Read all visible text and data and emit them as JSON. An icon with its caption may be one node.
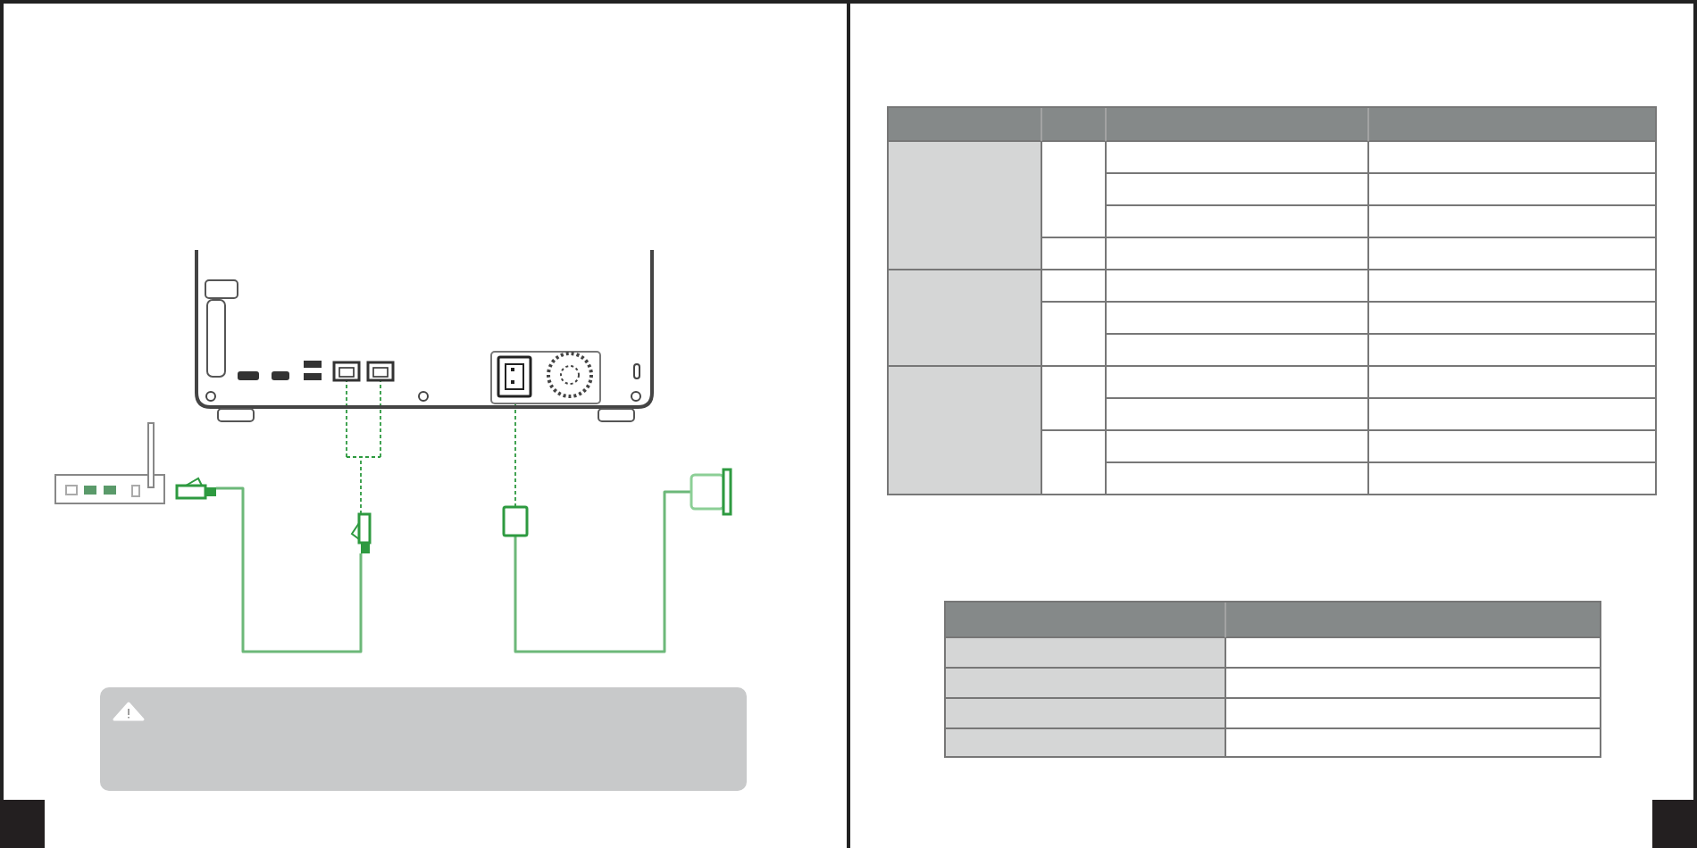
{
  "diagram": {
    "nodes": [
      {
        "text": [],
        "shape": "box"
      },
      {
        "text": [],
        "shape": "box",
        "in": 0
      },
      {
        "text": [],
        "shape": "box",
        "in": 0
      },
      {
        "text": [],
        "shape": "box"
      },
      {
        "text": [],
        "shape": "box"
      },
      {
        "text": [],
        "shape": "box"
      },
      {
        "text": [],
        "shape": "box"
      },
      {
        "text": [],
        "shape": "box"
      }
    ],
    "edges": [
      {
        "from": 4,
        "to": 5,
        "arrow": "none"
      },
      {
        "from": 5,
        "to": 1,
        "arrow": "none",
        "style": "dashed"
      },
      {
        "from": 6,
        "to": 7,
        "arrow": "none"
      },
      {
        "from": 6,
        "to": 2,
        "arrow": "none",
        "style": "dashed"
      }
    ]
  }
}
